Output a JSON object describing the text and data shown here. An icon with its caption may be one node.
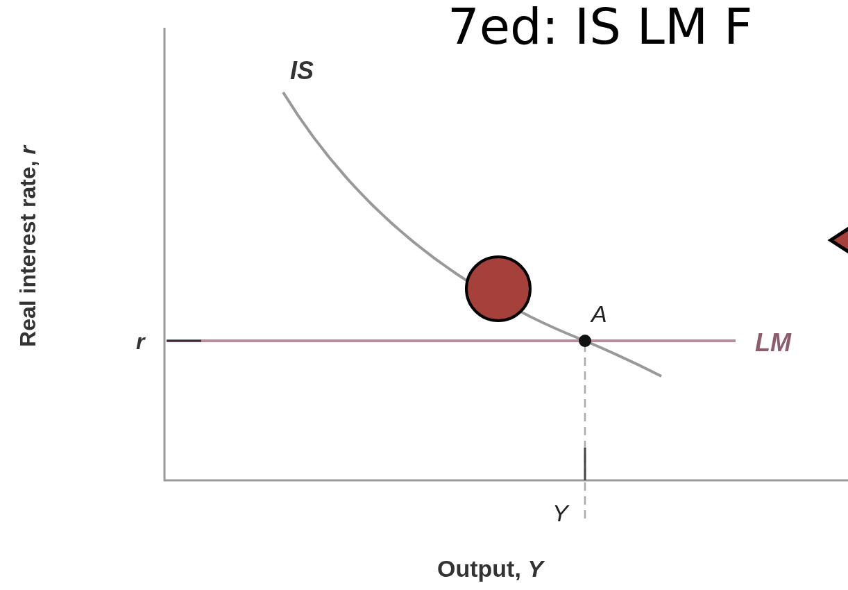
{
  "diagram": {
    "title": "7ed: IS LM F",
    "nodes": [
      {
        "text": [],
        "shape": "circle"
      },
      {
        "text": [],
        "shape": "triangle"
      }
    ],
    "labels": [
      "IS",
      "Real interest rate, *r*",
      "A",
      "r",
      "LM",
      "Y",
      "Output, *Y*"
    ]
  }
}
